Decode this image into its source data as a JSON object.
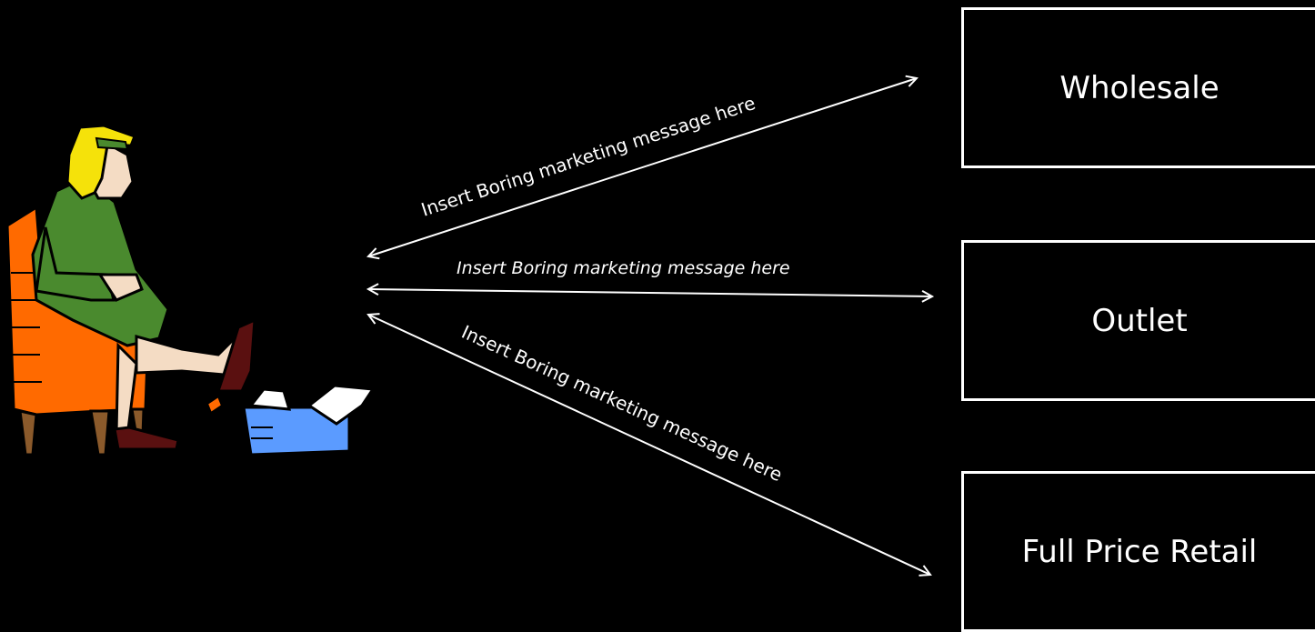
{
  "channels": {
    "wholesale": "Wholesale",
    "outlet": "Outlet",
    "full_price_retail": "Full Price Retail"
  },
  "arrows": {
    "top_message": "Insert Boring marketing message here",
    "middle_message": "Insert Boring marketing message here",
    "bottom_message": "Insert Boring marketing message here"
  },
  "colors": {
    "background": "#000000",
    "foreground": "#ffffff",
    "chair": "#ff6a00",
    "dress": "#4a8a2e",
    "hair": "#f5e20a",
    "shoebox": "#5b9bff"
  },
  "illustration": {
    "subject": "woman-trying-on-shoes-clipart"
  }
}
